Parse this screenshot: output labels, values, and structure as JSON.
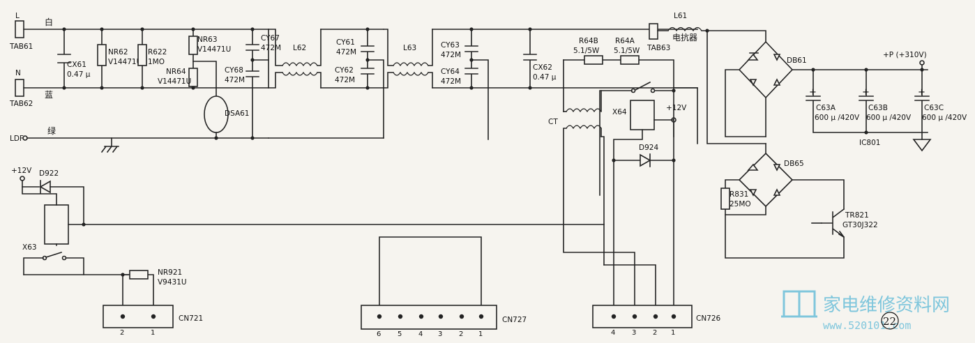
{
  "title": "",
  "nodes": {
    "L": "L",
    "N": "N",
    "LDF": "LDF",
    "bai": "白",
    "lan": "蓝",
    "lv": "绿",
    "tab61": "TAB61",
    "tab62": "TAB62",
    "tab63": "TAB63",
    "cx61": "CX61",
    "cx61v": "0.47 μ",
    "nr62": "NR62",
    "nr62v": "V14471U",
    "r622": "R622",
    "r622v": "1MO",
    "nr63": "NR63",
    "nr63v": "V14471U",
    "nr64": "NR64",
    "nr64v": "V14471U",
    "dsa61": "DSA61",
    "cy67": "CY67",
    "cy67v": "472M",
    "cy68": "CY68",
    "cy68v": "472M",
    "l62": "L62",
    "cy61": "CY61",
    "cy61v": "472M",
    "cy62": "CY62",
    "cy62v": "472M",
    "l63": "L63",
    "cy63": "CY63",
    "cy63v": "472M",
    "cy64": "CY64",
    "cy64v": "472M",
    "cx62": "CX62",
    "cx62v": "0.47 μ",
    "r64b": "R64B",
    "r64bv": "5.1/5W",
    "r64a": "R64A",
    "r64av": "5.1/5W",
    "l61": "L61",
    "l61t": "电抗器",
    "x64": "X64",
    "p12a": "+12V",
    "ct": "CT",
    "d924": "D924",
    "db61": "DB61",
    "p310": "+P (+310V)",
    "c63a": "C63A",
    "c63av": "600 μ /420V",
    "c63b": "C63B",
    "c63bv": "600 μ /420V",
    "c63c": "C63C",
    "c63cv": "600 μ /420V",
    "ic801": "IC801",
    "db65": "DB65",
    "r831": "R831",
    "r831v": "25MO",
    "tr821": "TR821",
    "tr821v": "GT30J322",
    "p12b": "+12V",
    "d922": "D922",
    "x63": "X63",
    "nr921": "NR921",
    "nr921v": "V9431U",
    "cn721": "CN721",
    "cn727": "CN727",
    "cn726": "CN726"
  },
  "connectors": {
    "cn721": [
      "2",
      "1"
    ],
    "cn727": [
      "6",
      "5",
      "4",
      "3",
      "2",
      "1"
    ],
    "cn726": [
      "4",
      "3",
      "2",
      "1"
    ]
  },
  "watermark": {
    "text": "家电维修资料网",
    "url": "www.520101.com",
    "page": "22"
  }
}
